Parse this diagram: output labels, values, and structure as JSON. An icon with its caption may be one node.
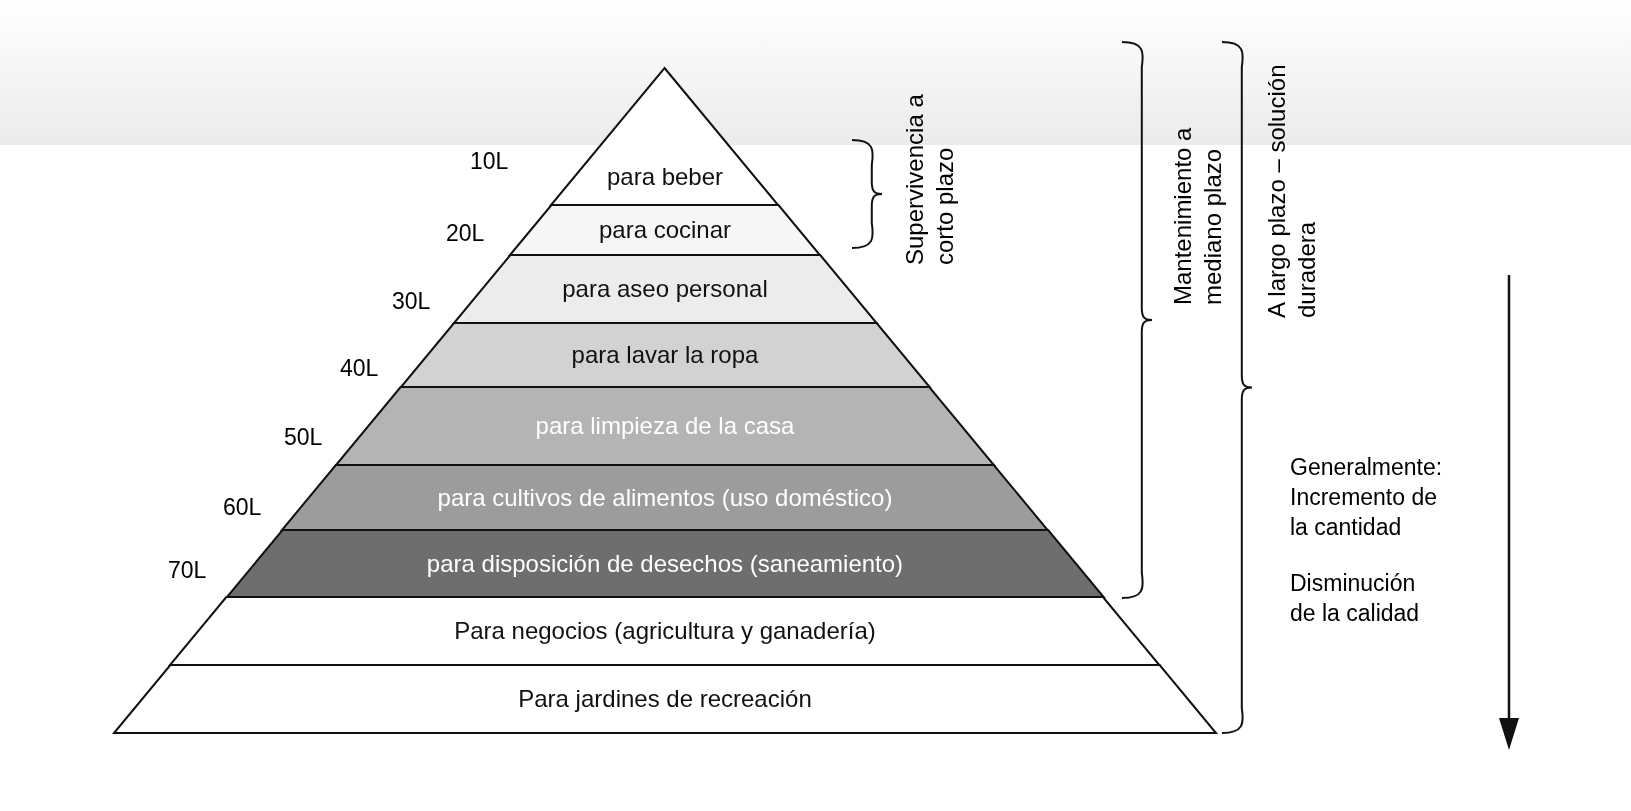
{
  "diagram": {
    "nodes": [
      {
        "text": [
          "para beber"
        ]
      },
      {
        "text": [
          "para cocinar"
        ]
      },
      {
        "text": [
          "para aseo personal"
        ]
      },
      {
        "text": [
          "para lavar la ropa"
        ]
      },
      {
        "text": [
          "para limpieza de la casa"
        ]
      },
      {
        "text": [
          "para cultivos de alimentos (uso doméstico)"
        ]
      },
      {
        "text": [
          "para disposición de desechos (saneamiento)"
        ]
      },
      {
        "text": [
          "Para negocios (agricultura y ganadería)"
        ]
      },
      {
        "text": [
          "Para jardines de recreación"
        ]
      }
    ],
    "labels": [
      "10L",
      "20L",
      "30L",
      "40L",
      "50L",
      "60L",
      "70L",
      "Supervivencia a corto plazo",
      "Mantenimiento a mediano plazo",
      "A largo plazo – solución duradera",
      "Generalmente: Incremento de la cantidad",
      "Disminución de la calidad"
    ]
  }
}
